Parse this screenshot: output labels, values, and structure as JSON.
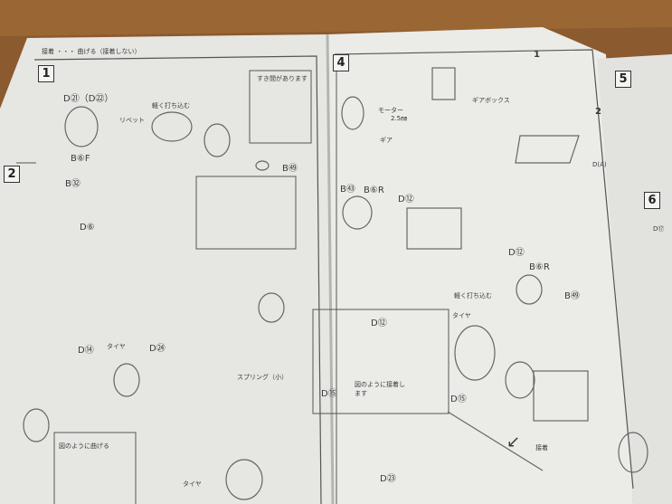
{
  "header": {
    "legend": "接着 ・・・ 曲げる（接着しない）"
  },
  "left_page": {
    "step1": {
      "number": "1",
      "labels": [
        "D㉑（D㉒）",
        "B⑥F",
        "リベット",
        "軽く打ち込む",
        "すき間があります",
        "B㊾"
      ]
    },
    "step2": {
      "number": "2",
      "labels": [
        "B㉜",
        "D⑥"
      ]
    },
    "step3": {
      "labels": [
        "D⑭",
        "タイヤ",
        "D㉔",
        "スプリング（小）",
        "図のように曲げる",
        "タイヤ"
      ]
    }
  },
  "right_page": {
    "step4": {
      "number": "4",
      "labels": [
        "モーター",
        "2.5㎜",
        "ギア",
        "ギアボックス",
        "1",
        "2",
        "D(A)",
        "B㊸",
        "B⑥R",
        "D⑫",
        "D⑫",
        "B⑥R",
        "軽く打ち込む",
        "B㊾",
        "タイヤ",
        "D⑫",
        "D⑮",
        "図のように接着します",
        "D⑮",
        "接着",
        "D㉓"
      ]
    }
  },
  "next_page": {
    "step5": {
      "number": "5"
    },
    "step6": {
      "number": "6",
      "labels": [
        "D⑰"
      ]
    }
  },
  "colors": {
    "wood": "#8b5a2e",
    "paper": "#e9e9e6"
  }
}
